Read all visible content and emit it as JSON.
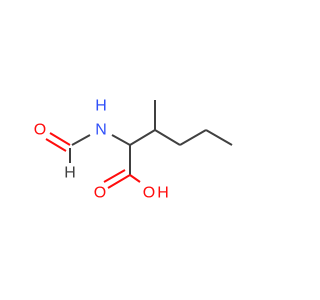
{
  "atoms": {
    "nh": {
      "label": "H",
      "element": "N-H",
      "color": "#3050f8"
    },
    "n": {
      "label": "N",
      "element": "N",
      "color": "#3050f8"
    },
    "o_formyl": {
      "label": "O",
      "element": "O",
      "color": "#ff0d0d"
    },
    "h_formyl": {
      "label": "H",
      "element": "H",
      "color": "#404040"
    },
    "o_carbonyl": {
      "label": "O",
      "element": "O",
      "color": "#ff0d0d"
    },
    "oh_o": {
      "label": "O",
      "element": "O",
      "color": "#ff0d0d"
    },
    "oh_h": {
      "label": "H",
      "element": "H",
      "color": "#ff0d0d"
    }
  },
  "colors": {
    "carbon_bond": "#404040",
    "oxygen": "#ff0d0d",
    "nitrogen": "#3050f8",
    "background": "#ffffff"
  }
}
